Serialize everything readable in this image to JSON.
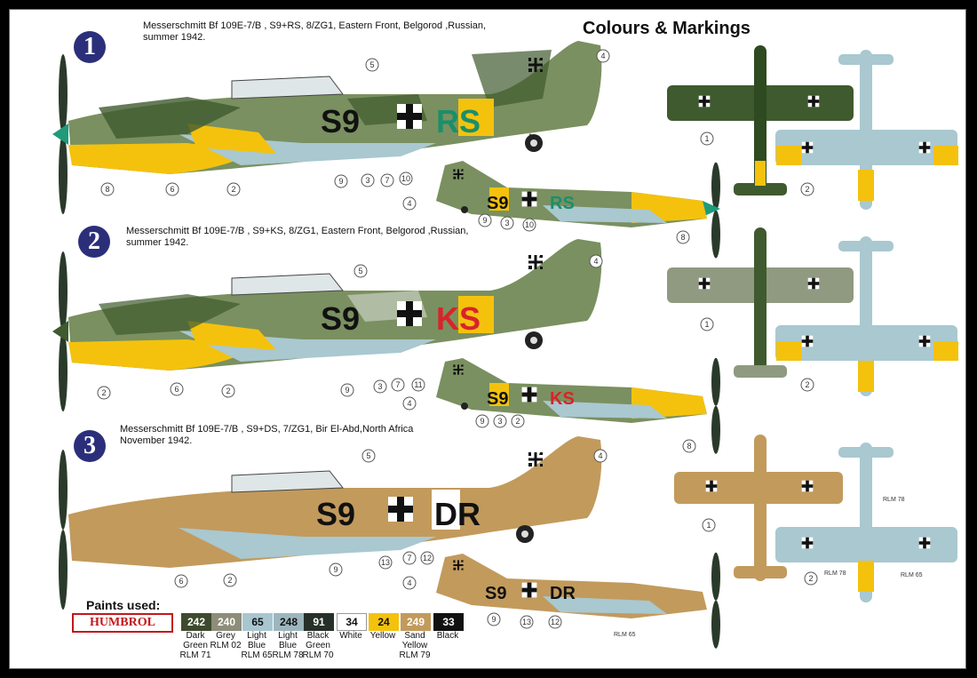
{
  "title": "Colours & Markings",
  "schemes": [
    {
      "number": "1",
      "line1": "Messerschmitt Bf 109E-7/B , S9+RS, 8/ZG1, Eastern Front, Belgorod ,Russian,",
      "line2": "summer 1942.",
      "code_left": "S9",
      "code_right": "RS",
      "code_right_small": "RS",
      "code_small_left": "S9"
    },
    {
      "number": "2",
      "line1": "Messerschmitt Bf 109E-7/B , S9+KS, 8/ZG1, Eastern Front, Belgorod ,Russian,",
      "line2": "summer 1942.",
      "code_left": "S9",
      "code_right": "KS",
      "code_right_small": "KS",
      "code_small_left": "S9"
    },
    {
      "number": "3",
      "line1": "Messerschmitt Bf 109E-7/B , S9+DS, 7/ZG1, Bir El-Abd,North Africa",
      "line2": "November 1942.",
      "code_left": "S9",
      "code_right": "DR",
      "code_right_small": "DR",
      "code_small_left": "S9"
    }
  ],
  "rlm_labels": {
    "rlm78": "RLM 78",
    "rlm65": "RLM 65"
  },
  "callouts": [
    "1",
    "2",
    "3",
    "4",
    "5",
    "6",
    "7",
    "8",
    "9",
    "10",
    "11",
    "12",
    "13"
  ],
  "paints": {
    "label": "Paints used:",
    "brand": "HUMBROL",
    "items": [
      {
        "code": "242",
        "name": "Dark\nGreen\nRLM 71",
        "bg": "#3e4a2e",
        "fg": "#ffffff"
      },
      {
        "code": "240",
        "name": "Grey\nRLM 02",
        "bg": "#8d8d7a",
        "fg": "#ffffff"
      },
      {
        "code": "65",
        "name": "Light\nBlue\nRLM 65",
        "bg": "#a9c6cf",
        "fg": "#111111"
      },
      {
        "code": "248",
        "name": "Light\nBlue\nRLM 78",
        "bg": "#9db6bd",
        "fg": "#111111"
      },
      {
        "code": "91",
        "name": "Black\nGreen\nRLM 70",
        "bg": "#26302a",
        "fg": "#ffffff"
      },
      {
        "code": "34",
        "name": "White",
        "bg": "#ffffff",
        "fg": "#111111"
      },
      {
        "code": "24",
        "name": "Yellow",
        "bg": "#f4c20d",
        "fg": "#111111"
      },
      {
        "code": "249",
        "name": "Sand\nYellow\nRLM 79",
        "bg": "#c29a5c",
        "fg": "#ffffff"
      },
      {
        "code": "33",
        "name": "Black",
        "bg": "#111111",
        "fg": "#ffffff"
      }
    ]
  },
  "colors": {
    "dark_green": "#3e5a2e",
    "grey": "#8f9a80",
    "light_blue": "#a9c8d0",
    "yellow": "#f4c20d",
    "sand": "#c29a5c",
    "black": "#111111",
    "white": "#ffffff",
    "teal_code": "#1a8f6a",
    "red_code": "#d8232a",
    "spinner_green": "#1f9b7a",
    "roundel_blue": "#2b2f7a"
  }
}
